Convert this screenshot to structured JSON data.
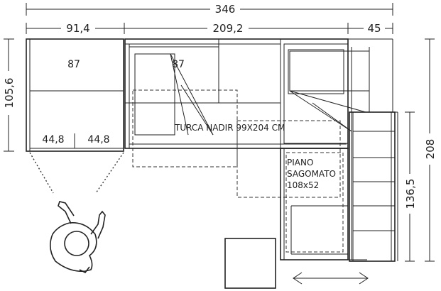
{
  "dimensions": {
    "overall_width": "346",
    "left_width": "91,4",
    "middle_width": "209,2",
    "right_width": "45",
    "left_depth": "105,6",
    "right_total_depth": "208",
    "right_lower_depth": "136,5"
  },
  "labels": {
    "left_top_width": "87",
    "bed_top_width": "87",
    "left_bottom_a": "44,8",
    "left_bottom_b": "44,8",
    "bed_note": "TURCA NADIR 99X204 CM",
    "piano_line1": "PIANO",
    "piano_line2": "SAGOMATO",
    "piano_line3": "108x52"
  }
}
